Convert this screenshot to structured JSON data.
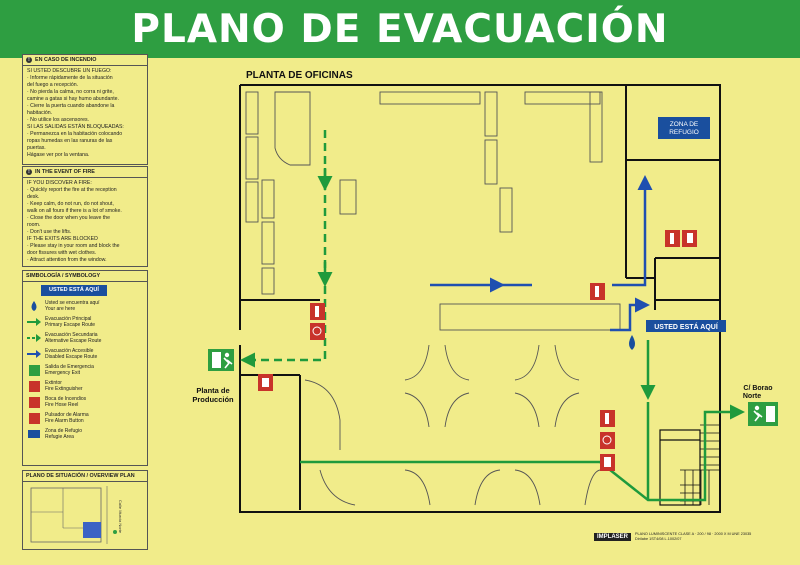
{
  "title": "PLANO DE EVACUACIÓN",
  "colors": {
    "background": "#f1ec8a",
    "title_bar": "#2e9e41",
    "primary_route": "#1f9a3c",
    "secondary_route": "#1f9a3c",
    "accessible_route": "#1f4fb0",
    "fire_equipment": "#c8332a",
    "refuge_area": "#1a4f9e"
  },
  "fire_es": {
    "heading": "EN CASO DE INCENDIO",
    "lines": [
      "SI USTED DESCUBRE UN FUEGO:",
      "· Informe rápidamente de la situación",
      "  del fuego a recepción.",
      "· No pierda la calma, no corra ni grite,",
      "  camine a gatas si hay humo abundante.",
      "· Cierre la puerta cuando abandone la",
      "  habitación.",
      "· No utilice los ascensores.",
      "SI LAS SALIDAS ESTÁN BLOQUEADAS:",
      "· Permanezca en la habitación colocando",
      "  ropas humedas en las ranuras de las",
      "  puertas.",
      "  Hágase ver por la ventana."
    ]
  },
  "fire_en": {
    "heading": "IN THE EVENT OF FIRE",
    "lines": [
      "IF YOU DISCOVER A FIRE:",
      "· Quickly report the fire at the reception",
      "desk.",
      "· Keep calm, do not run, do not shout,",
      "walk on all fours if there is a lot of smoke.",
      "· Close the door when you leave the",
      "room.",
      "· Don't use the lifts.",
      "IF THE EXITS ARE BLOCKED",
      "· Please stay in your room and block the",
      "door fissures with wet clothes.",
      "· Attract attention from the window."
    ]
  },
  "symbology": {
    "heading": "SIMBOLOGÍA / SYMBOLOGY",
    "you_are_here_badge": "USTED ESTÁ AQUÍ",
    "items": [
      {
        "icon": "you-are-here-icon",
        "es": "Usted se encuentra aquí",
        "en": "Your are here"
      },
      {
        "icon": "primary-route-arrow-icon",
        "es": "Evacuación Principal",
        "en": "Primary Escape Route"
      },
      {
        "icon": "secondary-route-arrow-icon",
        "es": "Evacuación Secundaria",
        "en": "Alternative Escape Route"
      },
      {
        "icon": "accessible-route-arrow-icon",
        "es": "Evacuación Accesible",
        "en": "Disabled Escape Route"
      },
      {
        "icon": "emergency-exit-icon",
        "es": "Salida de Emergencia",
        "en": "Emergency Exit"
      },
      {
        "icon": "fire-extinguisher-icon",
        "es": "Extintor",
        "en": "Fire Extinguisher"
      },
      {
        "icon": "fire-hose-icon",
        "es": "Boca de Incendios",
        "en": "Fire Hose Reel"
      },
      {
        "icon": "fire-alarm-icon",
        "es": "Pulsador de Alarma",
        "en": "Fire Alarm Button"
      },
      {
        "icon": "refuge-area-icon",
        "es": "Zona de Refugio",
        "en": "Refugie Area"
      }
    ]
  },
  "overview": {
    "heading": "PLANO DE SITUACIÓN / OVERVIEW PLAN",
    "street_label": "Calle Murcia Norte"
  },
  "plan": {
    "office_label": "PLANTA DE OFICINAS",
    "refuge_line1": "ZONA DE",
    "refuge_line2": "REFUGIO",
    "you_are_here": "USTED ESTÁ AQUÍ",
    "production_line1": "Planta de",
    "production_line2": "Producción",
    "exit_north_line1": "C/ Borao",
    "exit_north_line2": "Norte"
  },
  "footer": {
    "brand": "IMPLASER",
    "legal": "PLANO LUMINISCENTE CLASE A · 200 / 98 · 2000 X M UNE 23035 Dirílabe 1ST4/08 L.1002/07"
  }
}
